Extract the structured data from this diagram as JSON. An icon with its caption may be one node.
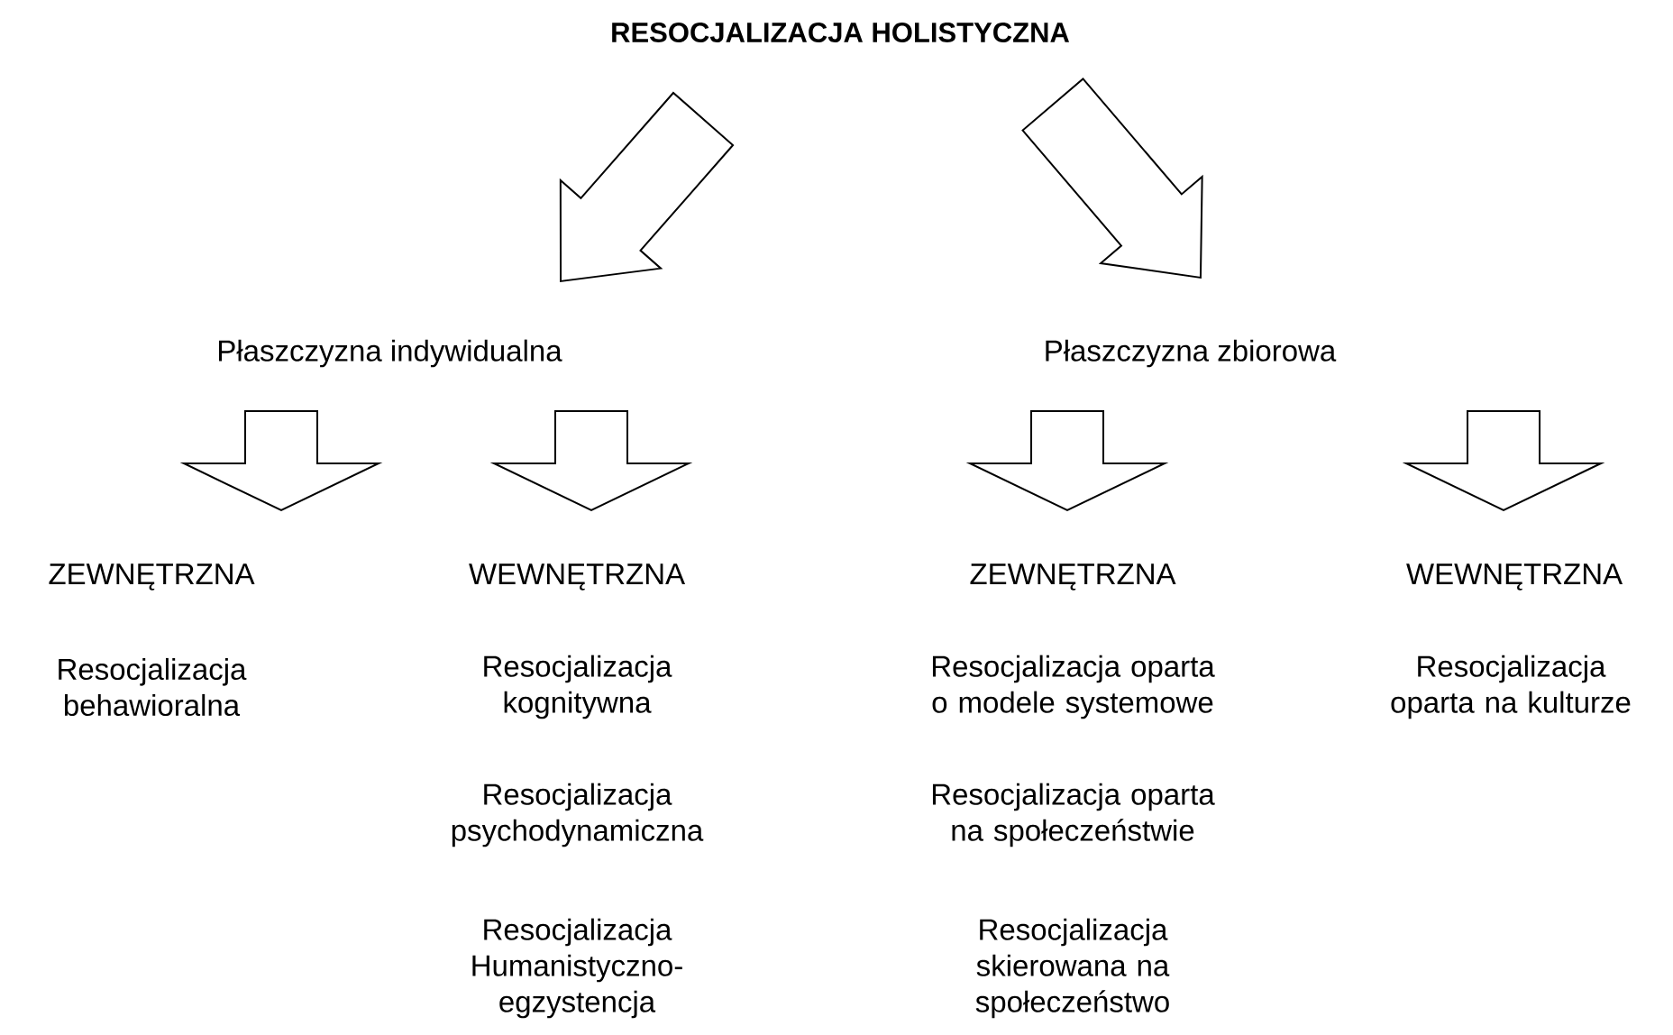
{
  "diagram": {
    "nodes": [
      {
        "text": [
          "RESOCJALIZACJA HOLISTYCZNA"
        ]
      },
      {
        "text": [
          "Płaszczyzna indywidualna"
        ]
      },
      {
        "text": [
          "Płaszczyzna zbiorowa"
        ]
      },
      {
        "text": [
          "ZEWNĘTRZNA"
        ],
        "beside": [
          "Resocjalizacja behawioralna"
        ]
      },
      {
        "text": [
          "WEWNĘTRZNA"
        ],
        "beside": [
          "Resocjalizacja kognitywna",
          "Resocjalizacja psychodynamiczna",
          "Resocjalizacja Humanistyczno-egzystencja"
        ]
      },
      {
        "text": [
          "ZEWNĘTRZNA"
        ],
        "beside": [
          "Resocjalizacja oparta o modele systemowe",
          "Resocjalizacja oparta na społeczeństwie",
          "Resocjalizacja skierowana na społeczeństwo"
        ]
      },
      {
        "text": [
          "WEWNĘTRZNA"
        ],
        "beside": [
          "Resocjalizacja oparta na kulturze"
        ]
      }
    ],
    "edges": [
      {
        "from": 0,
        "to": 1,
        "arrow": "to"
      },
      {
        "from": 0,
        "to": 2,
        "arrow": "to"
      },
      {
        "from": 1,
        "to": 3,
        "arrow": "to"
      },
      {
        "from": 1,
        "to": 4,
        "arrow": "to"
      },
      {
        "from": 2,
        "to": 5,
        "arrow": "to"
      },
      {
        "from": 2,
        "to": 6,
        "arrow": "to"
      }
    ]
  }
}
